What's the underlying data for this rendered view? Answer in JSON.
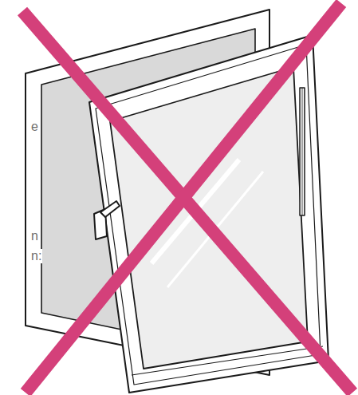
{
  "diagram": {
    "labels": [
      "e",
      "n",
      "n:"
    ]
  }
}
